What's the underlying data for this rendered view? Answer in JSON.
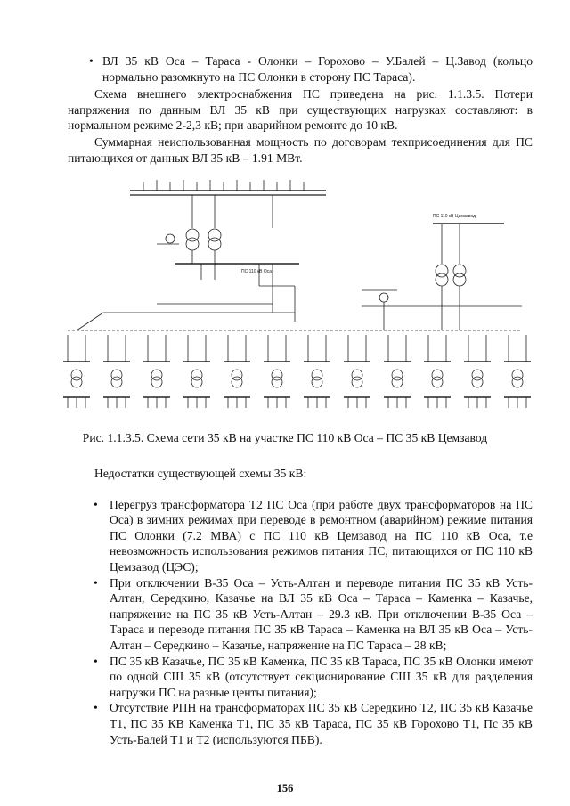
{
  "top_bullet": "ВЛ 35 кВ Оса – Тараса - Олонки – Горохово – У.Балей – Ц.Завод (кольцо нормально разомкнуто на ПС Олонки в сторону ПС Тараса).",
  "para1": "Схема внешнего электроснабжения ПС приведена на рис. 1.1.3.5. Потери напряжения по данным ВЛ 35 кВ при существующих нагрузках составляют: в нормальном режиме 2-2,3 кВ; при аварийном ремонте до 10 кВ.",
  "para2": "Суммарная неиспользованная мощность по договорам техприсоединения для ПС питающихся от данных ВЛ 35 кВ – 1.91 МВт.",
  "figure": {
    "caption": "Рис. 1.1.3.5. Схема сети 35 кВ на участке ПС 110 кВ Оса – ПС 35 кВ Цемзавод",
    "labels": {
      "ps_osa": "ПС 110 кВ Оса",
      "ps_cemzavod": "ПС 110 кВ Цемзавод"
    }
  },
  "deficiencies_heading": "Недостатки существующей схемы 35 кВ:",
  "deficiencies": [
    "Перегруз трансформатора Т2 ПС Оса (при работе двух трансформаторов на ПС Оса) в зимних режимах при переводе в ремонтном (аварийном) режиме питания ПС Олонки (7.2 МВА) с ПС 110 кВ Цемзавод на ПС 110 кВ Оса, т.е невозможность использования режимов питания ПС, питающихся от ПС 110 кВ Цемзавод (ЦЭС);",
    "При отключении В-35 Оса – Усть-Алтан и переводе питания ПС 35 кВ Усть-Алтан, Середкино, Казачье на ВЛ 35 кВ Оса – Тараса – Каменка – Казачье, напряжение на ПС 35 кВ Усть-Алтан – 29.3 кВ. При отключении В-35 Оса – Тараса и переводе питания ПС 35 кВ Тараса – Каменка на ВЛ 35 кВ Оса – Усть-Алтан – Середкино – Казачье, напряжение на ПС Тараса – 28 кВ;",
    "ПС 35 кВ Казачье, ПС 35 кВ Каменка, ПС 35 кВ Тараса, ПС 35 кВ Олонки имеют по одной СШ 35 кВ (отсутствует секционирование СШ 35 кВ для разделения нагрузки ПС на разные центы питания);",
    "Отсутствие РПН на трансформаторах ПС 35 кВ Середкино Т2, ПС 35 кВ Казачье Т1, ПС 35 КВ Каменка Т1, ПС 35 кВ Тараса, ПС 35 кВ Горохово Т1, Пс 35 кВ Усть-Балей Т1 и Т2 (используются ПБВ)."
  ],
  "page_number": "156"
}
